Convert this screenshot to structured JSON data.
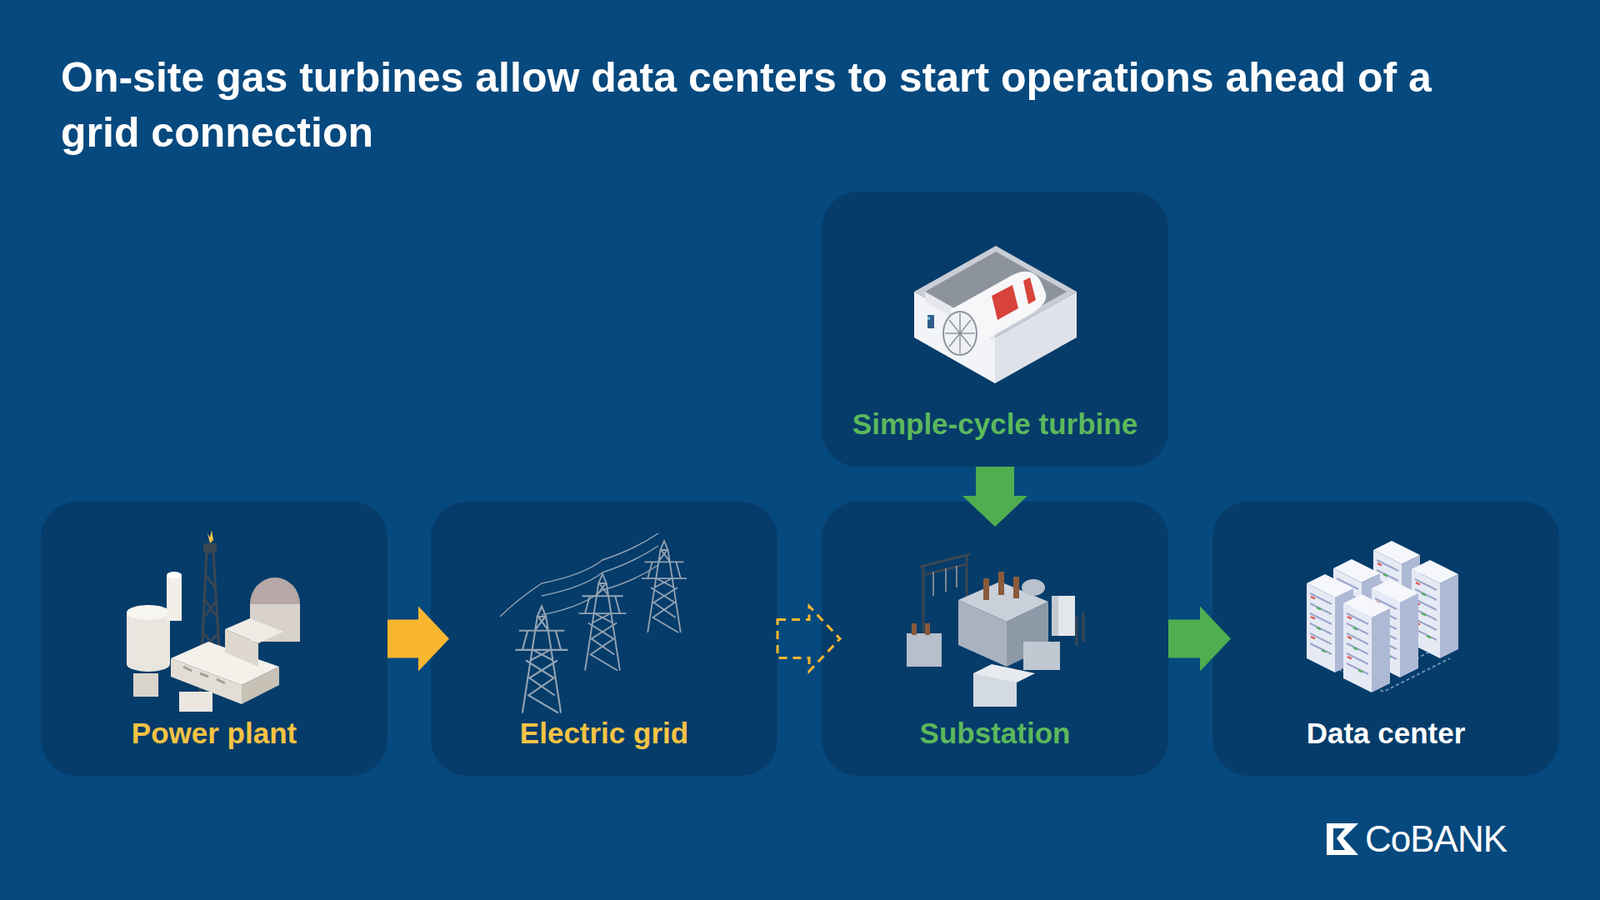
{
  "diagram": {
    "title": "On-site gas turbines allow data centers to start operations ahead of a grid connection",
    "nodes": [
      {
        "text": [
          "Simple-cycle turbine"
        ]
      },
      {
        "text": [
          "Power plant"
        ]
      },
      {
        "text": [
          "Electric grid"
        ]
      },
      {
        "text": [
          "Substation"
        ]
      },
      {
        "text": [
          "Data center"
        ]
      }
    ],
    "edges": [
      {
        "from": 1,
        "to": 2,
        "arrow": "to"
      },
      {
        "from": 2,
        "to": 3,
        "arrow": "to"
      },
      {
        "from": 0,
        "to": 3,
        "arrow": "to"
      },
      {
        "from": 3,
        "to": 4,
        "arrow": "to"
      }
    ],
    "labels": [
      "CoBANK"
    ]
  }
}
